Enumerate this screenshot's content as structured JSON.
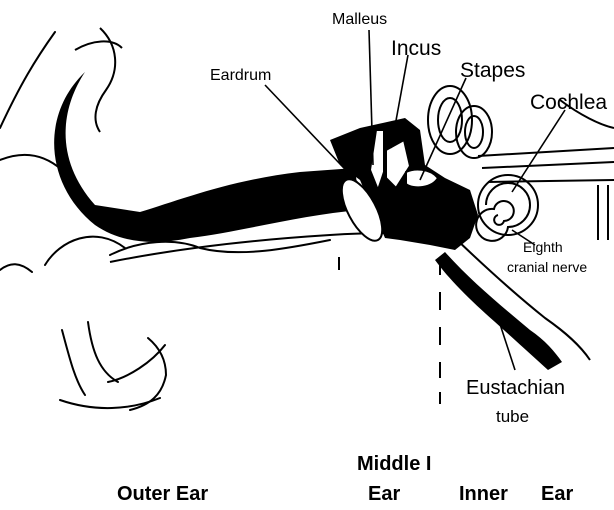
{
  "labels": {
    "malleus": "Malleus",
    "incus": "Incus",
    "stapes": "Stapes",
    "cochlea": "Cochlea",
    "eardrum": "Eardrum",
    "eighth_line1": "Eighth",
    "eighth_line2": "cranial nerve",
    "eustachian_line1": "Eustachian",
    "eustachian_line2": "tube"
  },
  "regions": {
    "middle_line1": "Middle I",
    "middle_line2": "Ear",
    "outer": "Outer Ear",
    "inner_word1": "Inner",
    "inner_word2": "Ear"
  }
}
